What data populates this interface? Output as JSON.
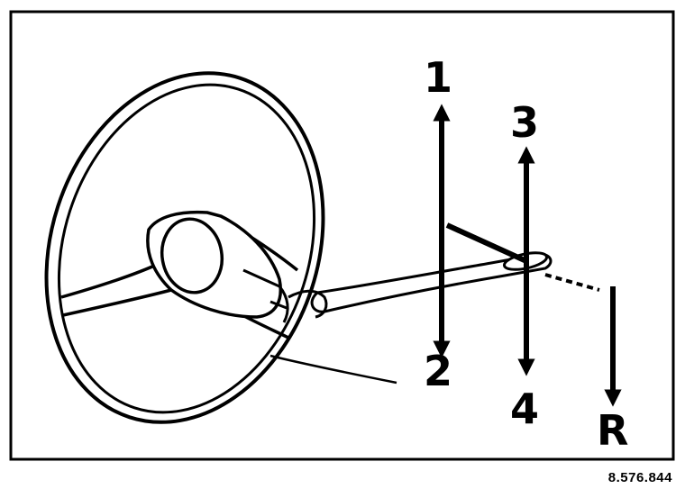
{
  "labels": {
    "gear_1": "1",
    "gear_2": "2",
    "gear_3": "3",
    "gear_4": "4",
    "gear_r": "R"
  },
  "reference_number": "8.576.844",
  "colors": {
    "ink": "#000000",
    "background": "#ffffff"
  }
}
